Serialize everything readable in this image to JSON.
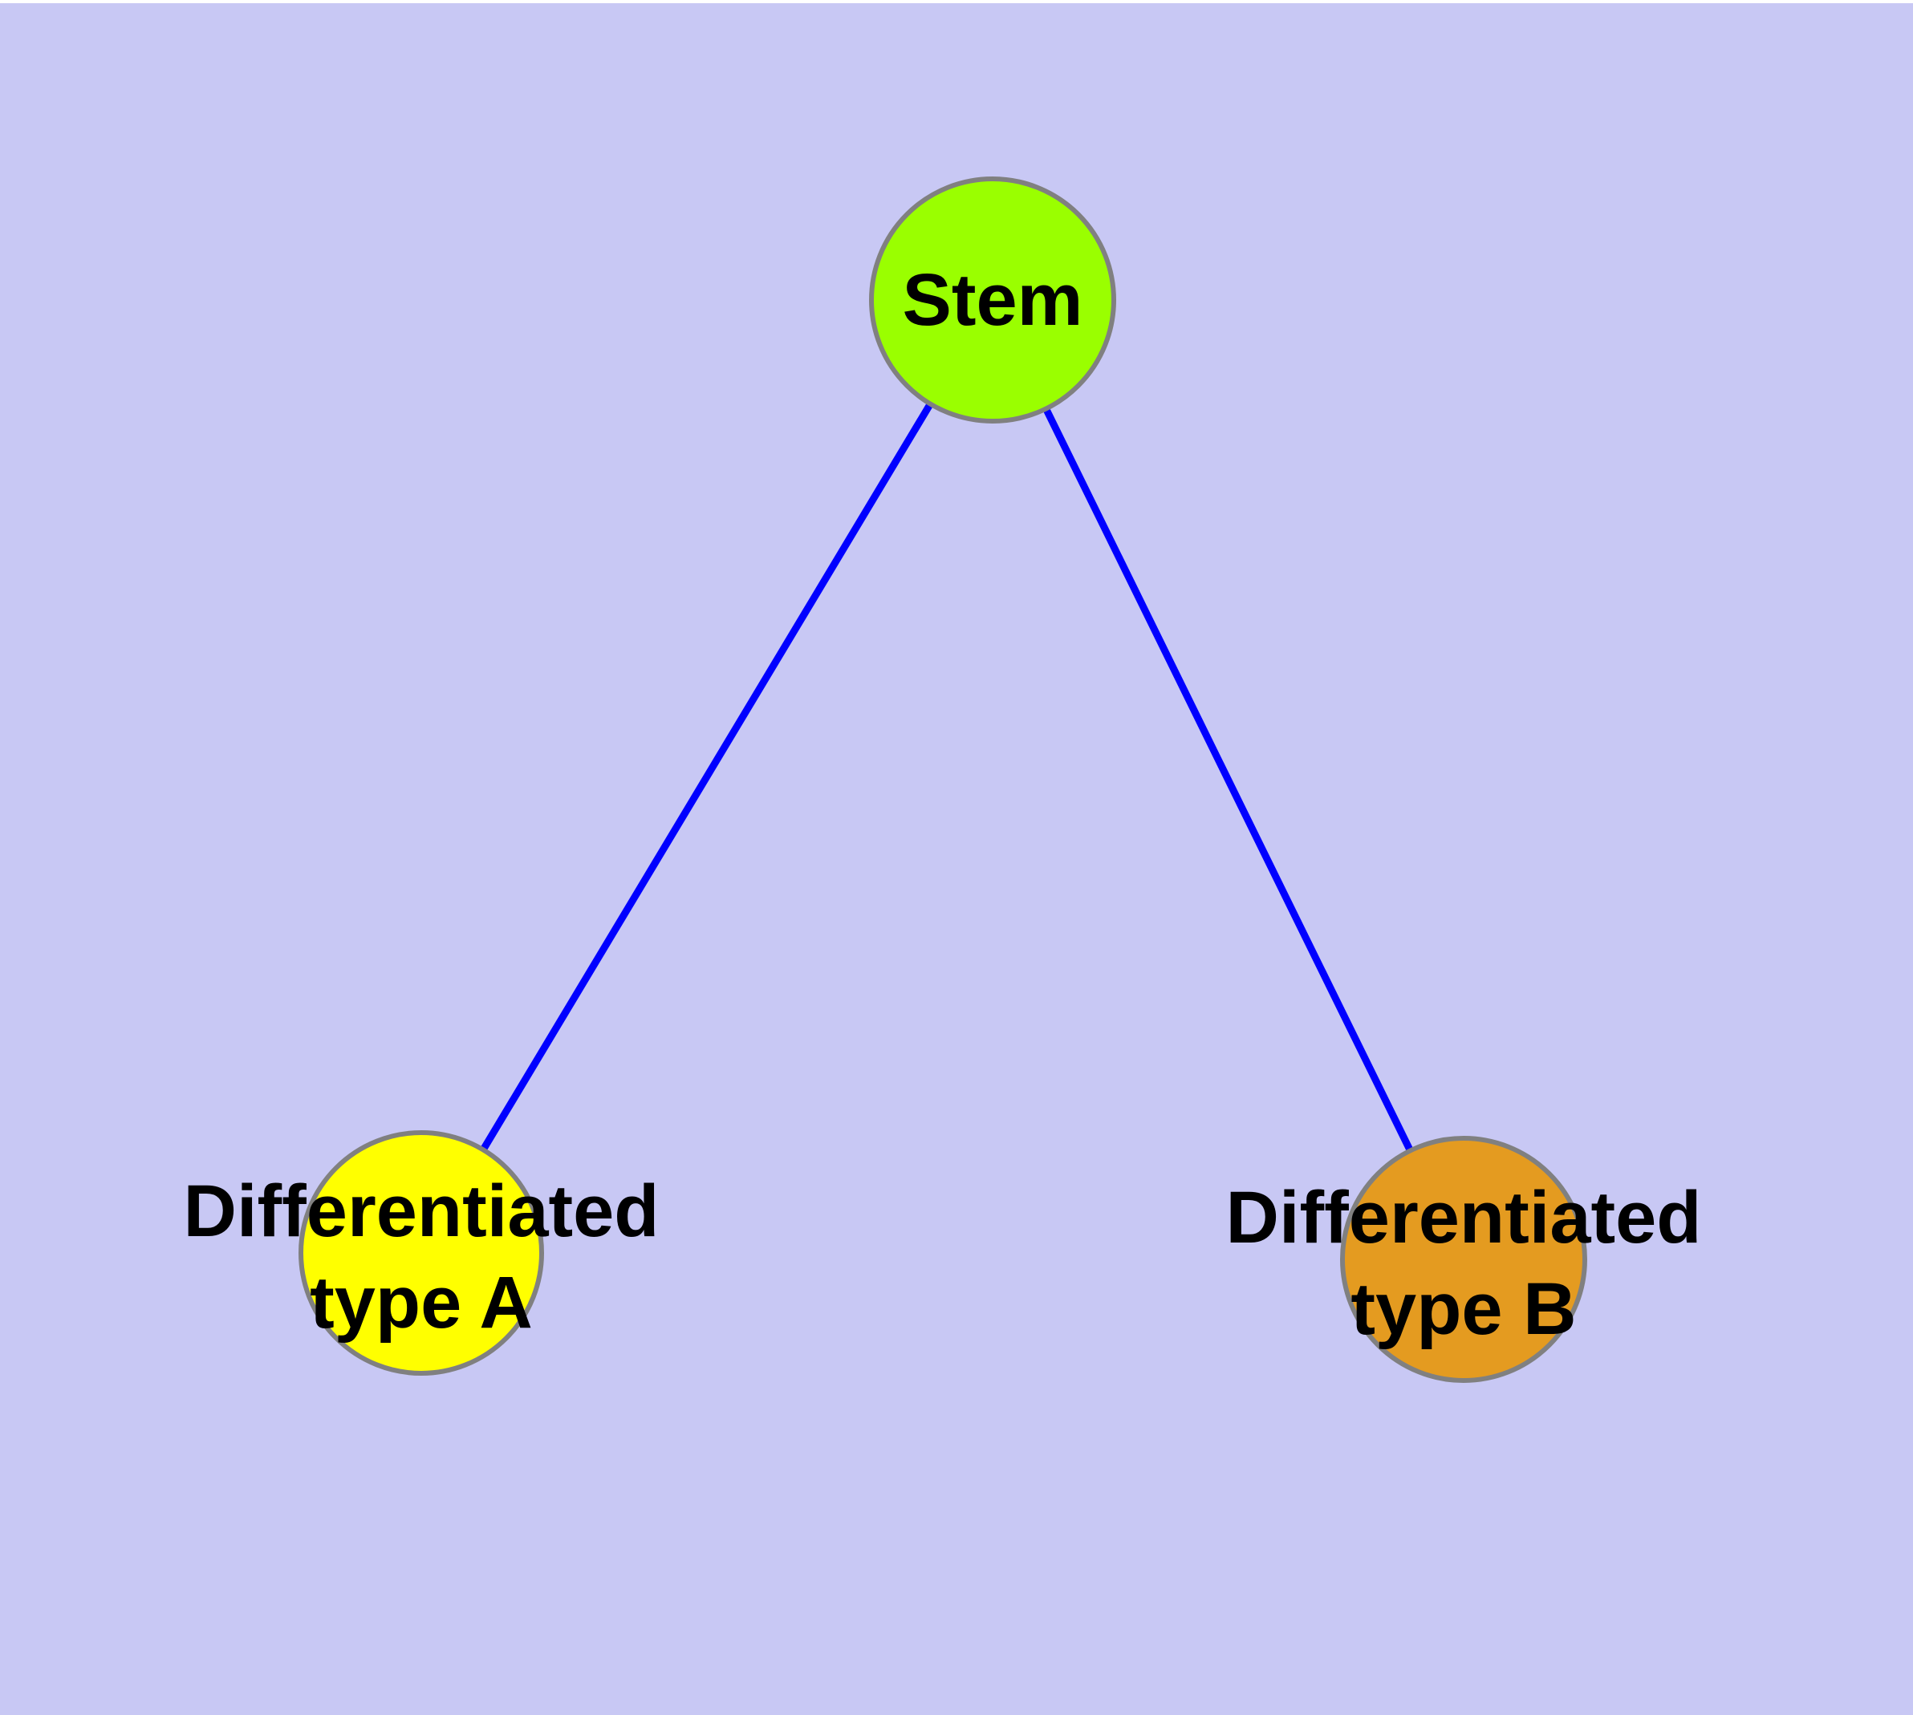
{
  "diagram": {
    "background_color": "#c8c8f4",
    "page_edge_color": "#ffffff",
    "node_border_color": "#808080",
    "text_color": "#000000",
    "nodes": {
      "stem": {
        "label": "Stem",
        "fill_color": "#9aff00"
      },
      "type_a": {
        "label": "Differentiated type A",
        "line1": "Differentiated",
        "line2": "type A",
        "fill_color": "#ffff00"
      },
      "type_b": {
        "label": "Differentiated type B",
        "line1": "Differentiated",
        "line2": "type B",
        "fill_color": "#e49b20"
      }
    },
    "edges": [
      {
        "from": "Stem",
        "to": "Differentiated type A",
        "color": "#0000ff"
      },
      {
        "from": "Stem",
        "to": "Differentiated type B",
        "color": "#0000ff"
      }
    ]
  }
}
